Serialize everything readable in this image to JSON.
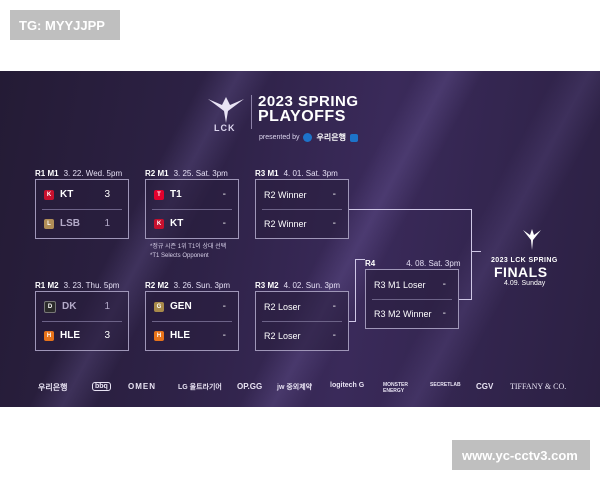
{
  "watermarks": {
    "top": "TG: MYYJJPP",
    "bottom": "www.yc-cctv3.com"
  },
  "header": {
    "lck": "LCK",
    "title_line1": "2023 SPRING",
    "title_line2": "PLAYOFFS",
    "presented_by": "presented by",
    "sponsor_name": "우리은행"
  },
  "matches": {
    "r1m1": {
      "round": "R1 M1",
      "date": "3. 22. Wed. 5pm",
      "team1": {
        "name": "KT",
        "score": "3",
        "color": "#c8102e"
      },
      "team2": {
        "name": "LSB",
        "score": "1",
        "color": "#b08d57"
      }
    },
    "r1m2": {
      "round": "R1 M2",
      "date": "3. 23. Thu. 5pm",
      "team1": {
        "name": "DK",
        "score": "1",
        "color": "#2b2b2b"
      },
      "team2": {
        "name": "HLE",
        "score": "3",
        "color": "#e8731a"
      }
    },
    "r2m1": {
      "round": "R2 M1",
      "date": "3. 25. Sat. 3pm",
      "team1": {
        "name": "T1",
        "score": "-",
        "color": "#e2012d"
      },
      "team2": {
        "name": "KT",
        "score": "-",
        "color": "#c8102e"
      }
    },
    "r2m2": {
      "round": "R2 M2",
      "date": "3. 26. Sun. 3pm",
      "team1": {
        "name": "GEN",
        "score": "-",
        "color": "#a88a4a"
      },
      "team2": {
        "name": "HLE",
        "score": "-",
        "color": "#e8731a"
      }
    },
    "r3m1": {
      "round": "R3 M1",
      "date": "4. 01. Sat. 3pm",
      "slot1": {
        "name": "R2 Winner",
        "score": "-"
      },
      "slot2": {
        "name": "R2 Winner",
        "score": "-"
      }
    },
    "r3m2": {
      "round": "R3 M2",
      "date": "4. 02. Sun. 3pm",
      "slot1": {
        "name": "R2 Loser",
        "score": "-"
      },
      "slot2": {
        "name": "R2 Loser",
        "score": "-"
      }
    },
    "r4": {
      "round": "R4",
      "date": "4. 08. Sat. 3pm",
      "slot1": {
        "name": "R3 M1 Loser",
        "score": "-"
      },
      "slot2": {
        "name": "R3 M2 Winner",
        "score": "-"
      }
    }
  },
  "note": {
    "line1": "*정규 시즌 1위 T1이 상대 선택",
    "line2": "*T1 Selects Opponent"
  },
  "finals": {
    "subtitle": "2023 LCK SPRING",
    "title": "FINALS",
    "date": "4.09. Sunday"
  },
  "sponsors": [
    "우리은행",
    "bbq",
    "OMEN",
    "LG 울트라기어",
    "OP.GG",
    "jw 중외제약",
    "logitech G",
    "MONSTER ENERGY",
    "SECRETLAB",
    "CGV",
    "TIFFANY & CO."
  ]
}
